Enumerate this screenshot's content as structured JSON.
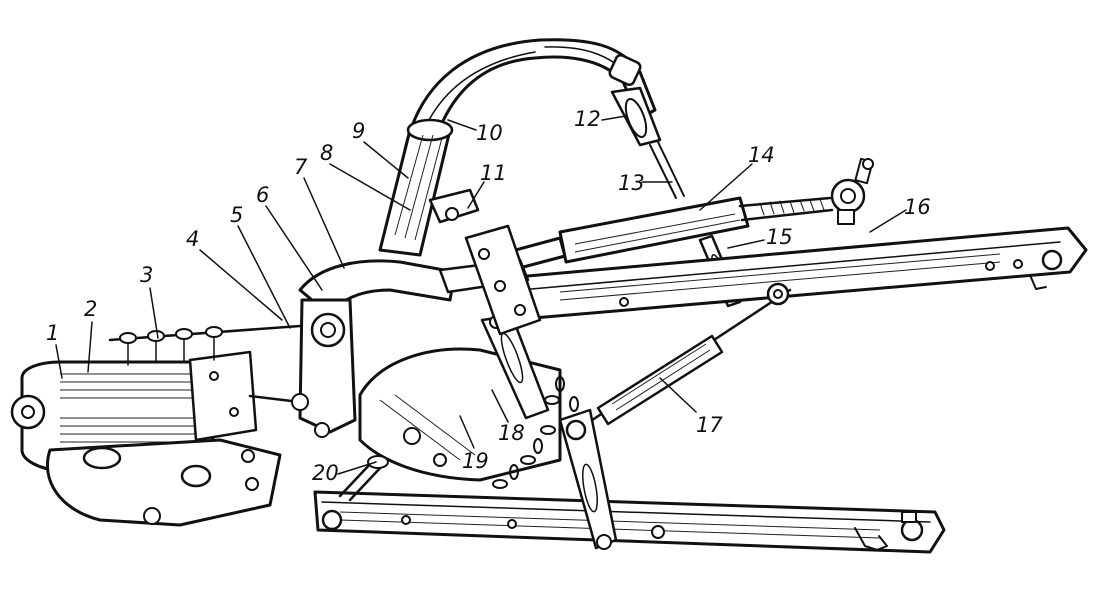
{
  "figure": {
    "callouts": [
      {
        "label": "1"
      },
      {
        "label": "2"
      },
      {
        "label": "3"
      },
      {
        "label": "4"
      },
      {
        "label": "5"
      },
      {
        "label": "6"
      },
      {
        "label": "7"
      },
      {
        "label": "8"
      },
      {
        "label": "9"
      },
      {
        "label": "10"
      },
      {
        "label": "11"
      },
      {
        "label": "12"
      },
      {
        "label": "13"
      },
      {
        "label": "14"
      },
      {
        "label": "15"
      },
      {
        "label": "16"
      },
      {
        "label": "17"
      },
      {
        "label": "18"
      },
      {
        "label": "19"
      },
      {
        "label": "20"
      }
    ]
  }
}
